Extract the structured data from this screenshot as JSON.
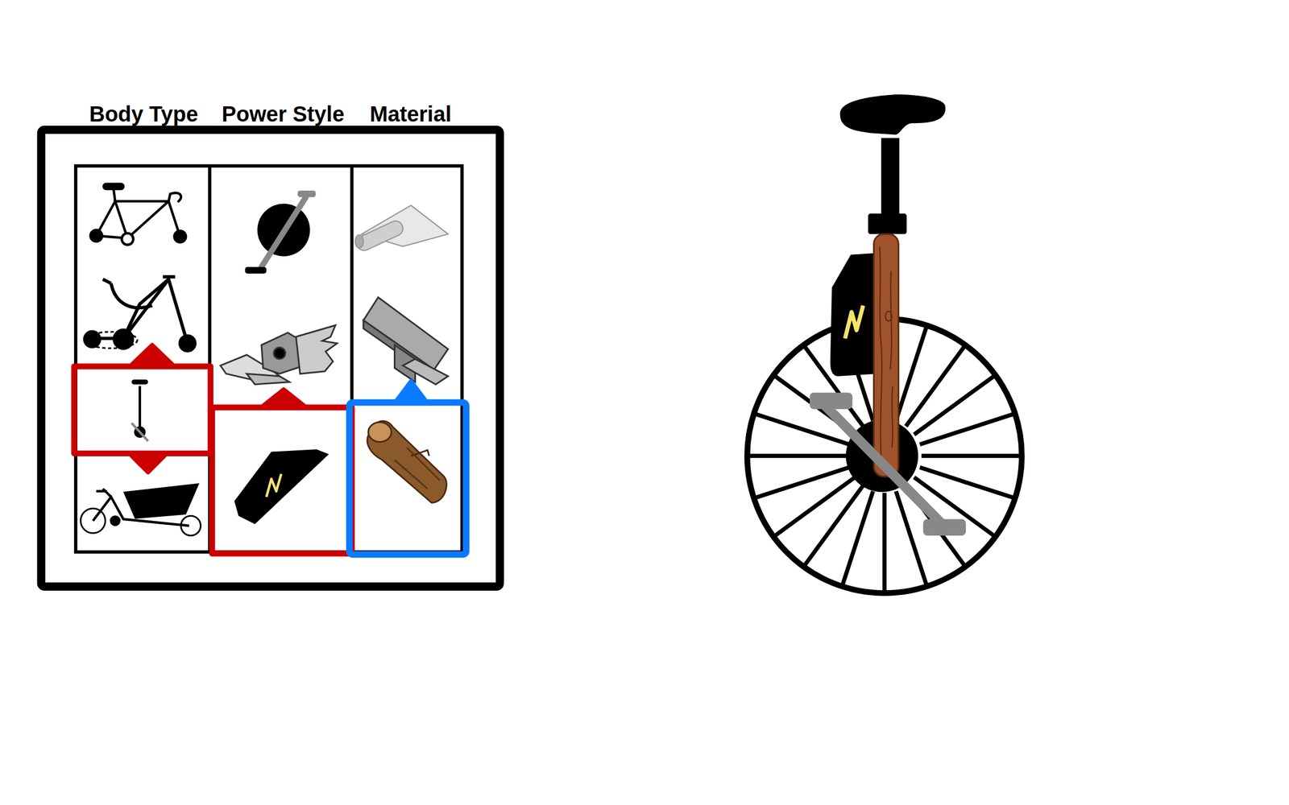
{
  "diagram": {
    "labels": [
      "Body Type",
      "Power Style",
      "Material"
    ]
  }
}
